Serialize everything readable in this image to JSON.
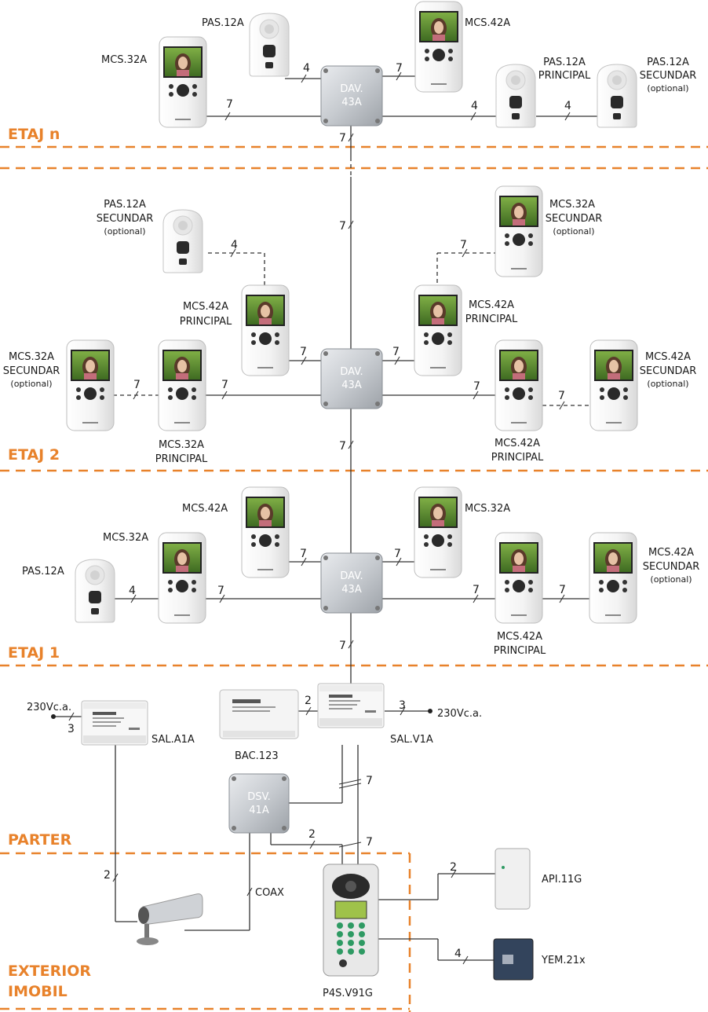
{
  "floors": {
    "etaj_n": "ETAJ n",
    "etaj_2": "ETAJ 2",
    "etaj_1": "ETAJ 1",
    "parter": "PARTER",
    "exterior_line1": "EXTERIOR",
    "exterior_line2": "IMOBIL"
  },
  "distributor": {
    "line1": "DAV.",
    "line2": "43A"
  },
  "dsv": {
    "line1": "DSV.",
    "line2": "41A"
  },
  "labels": {
    "mcs32a": "MCS.32A",
    "mcs42a": "MCS.42A",
    "pas12a": "PAS.12A",
    "principal": "PRINCIPAL",
    "secundar": "SECUNDAR",
    "optional": "(optional)",
    "sal_a1a": "SAL.A1A",
    "sal_v1a": "SAL.V1A",
    "bac123": "BAC.123",
    "api11g": "API.11G",
    "yem21x": "YEM.21x",
    "p4s": "P4S.V91G",
    "coax": "COAX",
    "mains": "230Vc.a."
  },
  "wires": {
    "w7": "7",
    "w4": "4",
    "w3": "3",
    "w2": "2"
  },
  "colors": {
    "accent": "#e8822b",
    "wire": "#333333",
    "device_body": "#f2f2f2",
    "box_gray": "#c9ccd1"
  },
  "icons": [
    "monitor-icon",
    "audio-phone-icon",
    "distributor-box-icon",
    "power-supply-icon",
    "camera-icon",
    "outdoor-panel-icon",
    "electric-lock-icon"
  ]
}
